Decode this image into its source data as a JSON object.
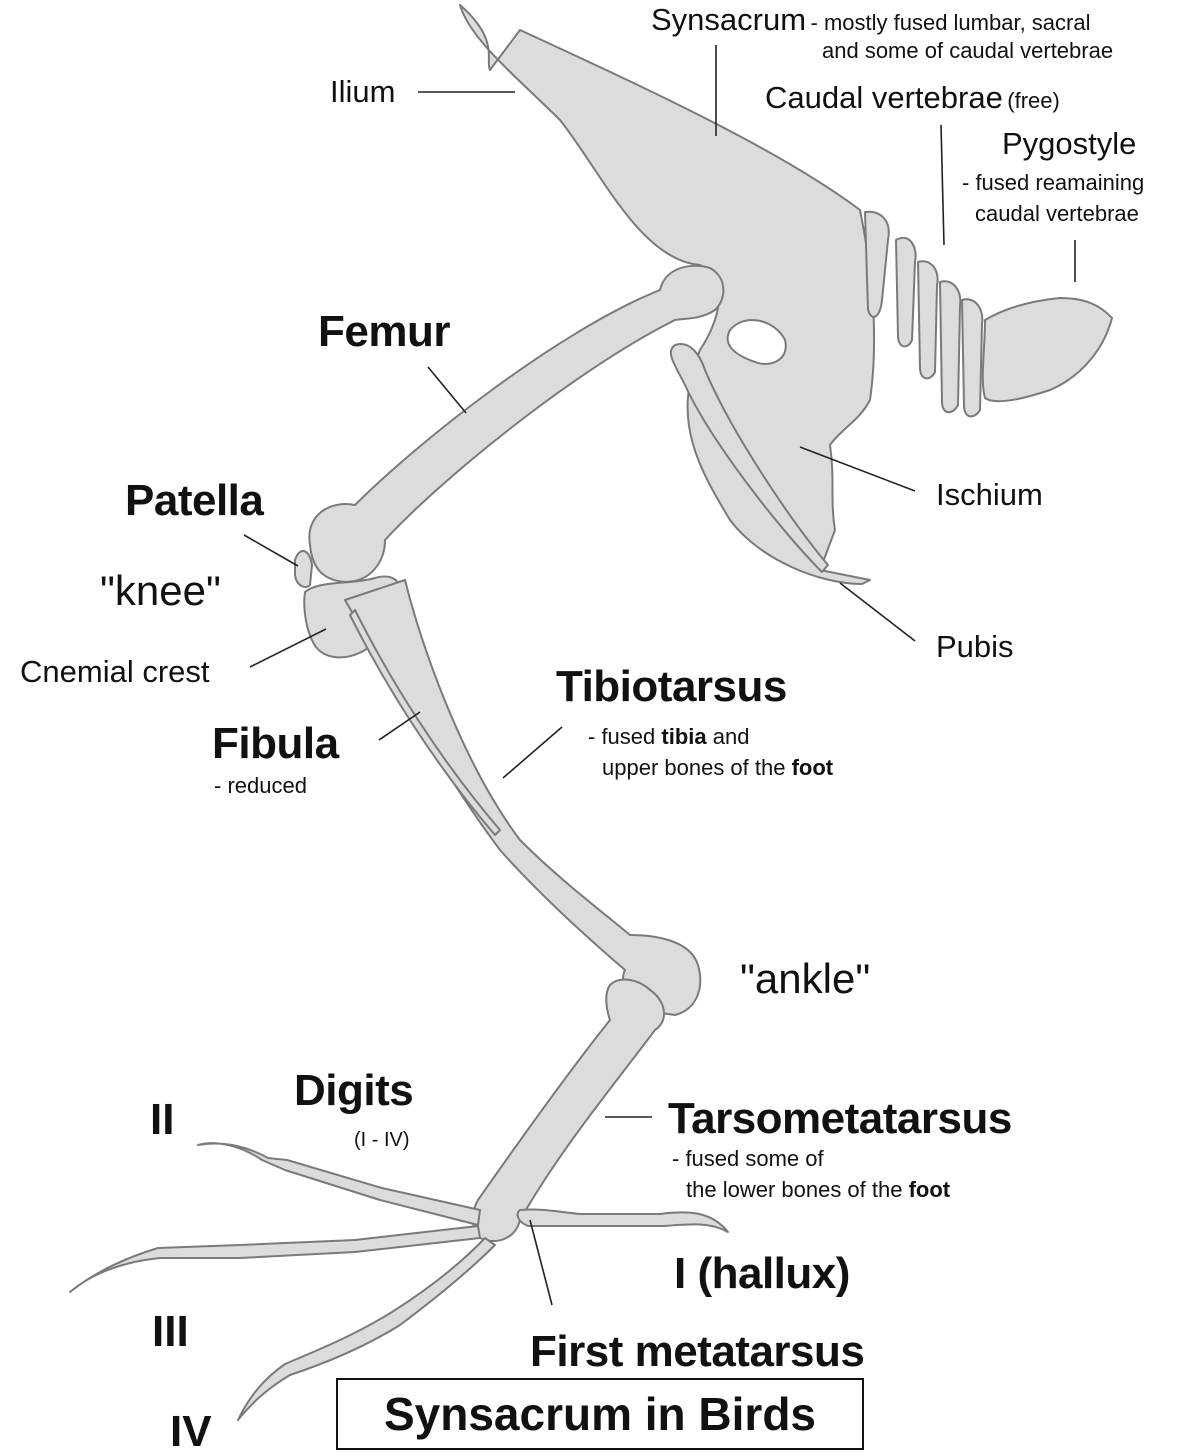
{
  "title": "Synsacrum in Birds",
  "colors": {
    "bone_fill": "#dcdcdc",
    "bone_stroke": "#7a7a7a",
    "text": "#111111",
    "leader": "#222222"
  },
  "labels": {
    "synsacrum": {
      "name": "Synsacrum",
      "desc1": "- mostly fused lumbar, sacral",
      "desc2": "and some of caudal vertebrae"
    },
    "ilium": "Ilium",
    "caudal": {
      "name": "Caudal vertebrae",
      "note": "(free)"
    },
    "pygostyle": {
      "name": "Pygostyle",
      "desc1": "- fused reamaining",
      "desc2": "caudal vertebrae"
    },
    "femur": "Femur",
    "ischium": "Ischium",
    "patella": "Patella",
    "knee": "\"knee\"",
    "cnemial": "Cnemial crest",
    "pubis": "Pubis",
    "tibiotarsus": {
      "name": "Tibiotarsus",
      "desc1_pre": "- fused ",
      "desc1_bold": "tibia",
      "desc1_post": " and",
      "desc2_pre": "upper bones of the ",
      "desc2_bold": "foot"
    },
    "fibula": {
      "name": "Fibula",
      "desc": "- reduced"
    },
    "ankle": "\"ankle\"",
    "digits": {
      "name": "Digits",
      "range": "(I - IV)"
    },
    "tarsometatarsus": {
      "name": "Tarsometatarsus",
      "desc1": "- fused some of",
      "desc2_pre": "the lower bones of the ",
      "desc2_bold": "foot"
    },
    "hallux": "I (hallux)",
    "first_metatarsus": "First metatarsus",
    "digit_ii": "II",
    "digit_iii": "III",
    "digit_iv": "IV"
  }
}
